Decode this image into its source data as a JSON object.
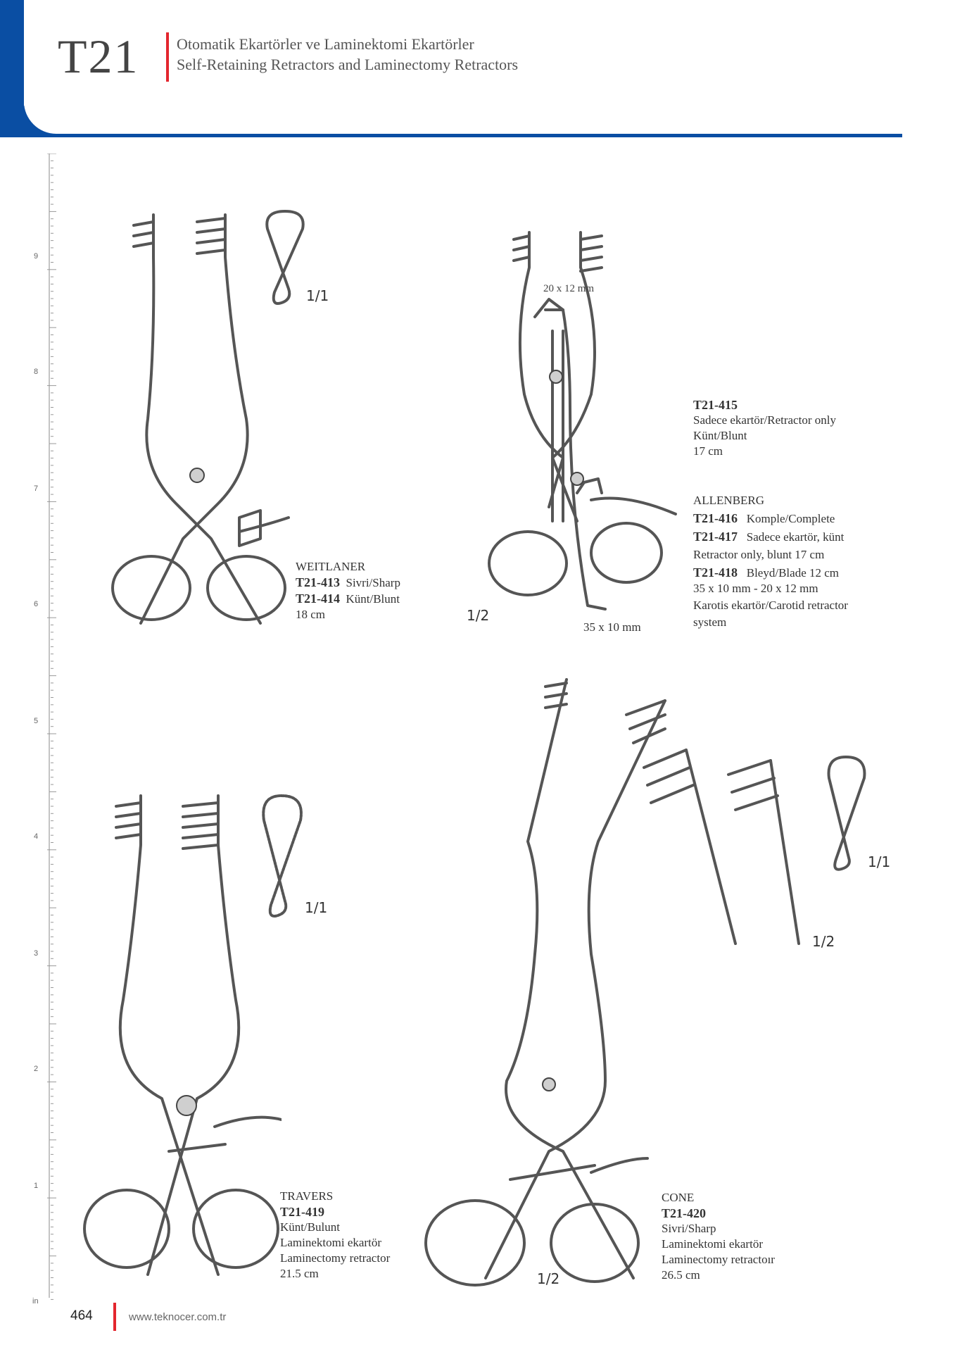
{
  "header": {
    "chapter_code": "T21",
    "title_tr": "Otomatik Ekartörler ve Laminektomi Ekartörler",
    "title_en": "Self-Retaining Retractors and Laminectomy Retractors",
    "accent_color": "#0a4ea3",
    "marker_color": "#e3262e"
  },
  "ruler": {
    "marks": [
      "9",
      "8",
      "7",
      "6",
      "5",
      "4",
      "3",
      "2",
      "1"
    ],
    "unit": "in"
  },
  "products": {
    "weitlaner": {
      "name": "WEITLANER",
      "items": [
        {
          "code": "T21-413",
          "desc": "Sivri/Sharp"
        },
        {
          "code": "T21-414",
          "desc": "Künt/Blunt"
        }
      ],
      "size": "18 cm",
      "detail_scale": "1/1"
    },
    "t21_415": {
      "code": "T21-415",
      "line1": "Sadece ekartör/Retractor only",
      "line2": "Künt/Blunt",
      "size": "17 cm",
      "blade_top": "20 x 12 mm",
      "blade_bottom": "35 x 10 mm",
      "scale": "1/2"
    },
    "allenberg": {
      "name": "ALLENBERG",
      "items": [
        {
          "code": "T21-416",
          "desc": "Komple/Complete"
        },
        {
          "code": "T21-417",
          "desc": "Sadece ekartör, künt"
        }
      ],
      "line_after_417": "Retractor only, blunt 17 cm",
      "item_418": {
        "code": "T21-418",
        "desc": "Bleyd/Blade 12 cm"
      },
      "line_dims": "35 x 10 mm - 20 x 12 mm",
      "line_karotis": "Karotis ekartör/Carotid retractor",
      "line_system": "system"
    },
    "travers": {
      "name": "TRAVERS",
      "code": "T21-419",
      "line1": "Künt/Bulunt",
      "line2": "Laminektomi ekartör",
      "line3": "Laminectomy retractor",
      "size": "21.5 cm",
      "detail_scale": "1/1"
    },
    "cone": {
      "name": "CONE",
      "code": "T21-420",
      "line1": "Sivri/Sharp",
      "line2": "Laminektomi ekartör",
      "line3": "Laminectomy retractoır",
      "size": "26.5 cm",
      "scale": "1/2",
      "detail_scale_1": "1/1",
      "detail_scale_2": "1/2"
    }
  },
  "footer": {
    "page_number": "464",
    "url": "www.teknocer.com.tr"
  }
}
